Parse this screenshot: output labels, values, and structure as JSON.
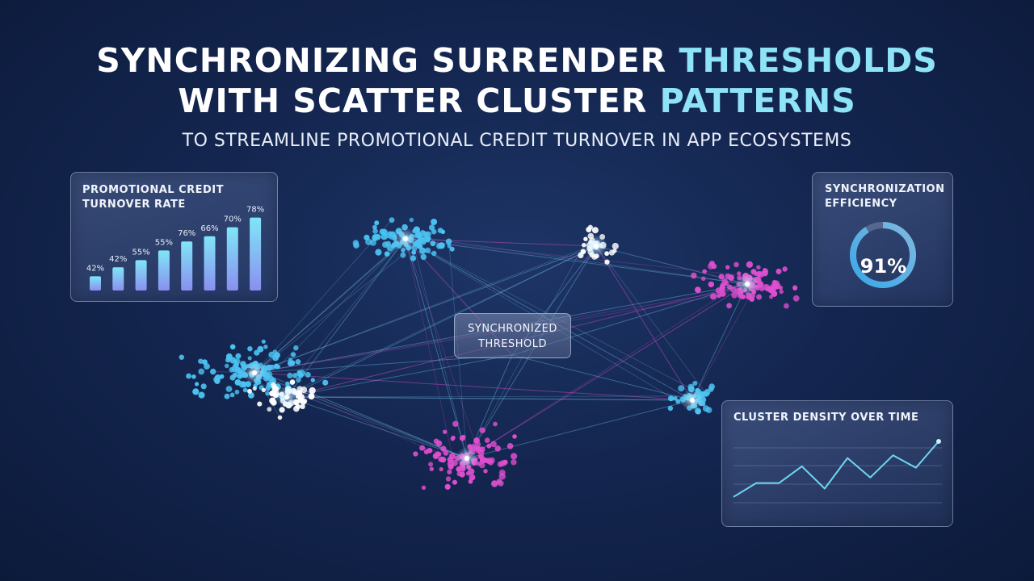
{
  "title": {
    "line1_part1": "SYNCHRONIZING SURRENDER ",
    "line1_highlight": "THRESHOLDS",
    "line2_part1": "WITH SCATTER CLUSTER ",
    "line2_highlight": "PATTERNS",
    "subtitle": "TO STREAMLINE PROMOTIONAL CREDIT TURNOVER IN APP ECOSYSTEMS"
  },
  "colors": {
    "highlight": "#8fe3f6",
    "cyan": "#4cc3f2",
    "magenta": "#e04fd0",
    "white": "#ffffff",
    "background": "#142650"
  },
  "turnover_panel": {
    "title_line1": "PROMOTIONAL CREDIT",
    "title_line2": "TURNOVER RATE",
    "bars": [
      {
        "label": "42%",
        "value": 0.22
      },
      {
        "label": "42%",
        "value": 0.36
      },
      {
        "label": "55%",
        "value": 0.47
      },
      {
        "label": "55%",
        "value": 0.62
      },
      {
        "label": "76%",
        "value": 0.76
      },
      {
        "label": "66%",
        "value": 0.84
      },
      {
        "label": "70%",
        "value": 0.98
      },
      {
        "label": "78%",
        "value": 1.13
      }
    ]
  },
  "efficiency_panel": {
    "title_line1": "SYNCHRONIZATION",
    "title_line2": "EFFICIENCY",
    "value": "91%",
    "fraction": 0.91
  },
  "threshold_label": {
    "line1": "SYNCHRONIZED",
    "line2": "THRESHOLD"
  },
  "density_panel": {
    "title": "CLUSTER DENSITY OVER TIME",
    "series": [
      2,
      4,
      4,
      6.4,
      3.2,
      7.6,
      4.8,
      8,
      6.2,
      10
    ]
  },
  "scatter": {
    "clusters": [
      {
        "name": "cluster-top-cyan",
        "color": "cyan"
      },
      {
        "name": "cluster-left-cyan",
        "color": "cyan"
      },
      {
        "name": "cluster-left-white",
        "color": "white"
      },
      {
        "name": "cluster-bottom-magenta",
        "color": "magenta"
      },
      {
        "name": "cluster-top-white",
        "color": "white"
      },
      {
        "name": "cluster-right-magenta",
        "color": "magenta"
      },
      {
        "name": "cluster-right-cyan",
        "color": "cyan"
      }
    ]
  }
}
